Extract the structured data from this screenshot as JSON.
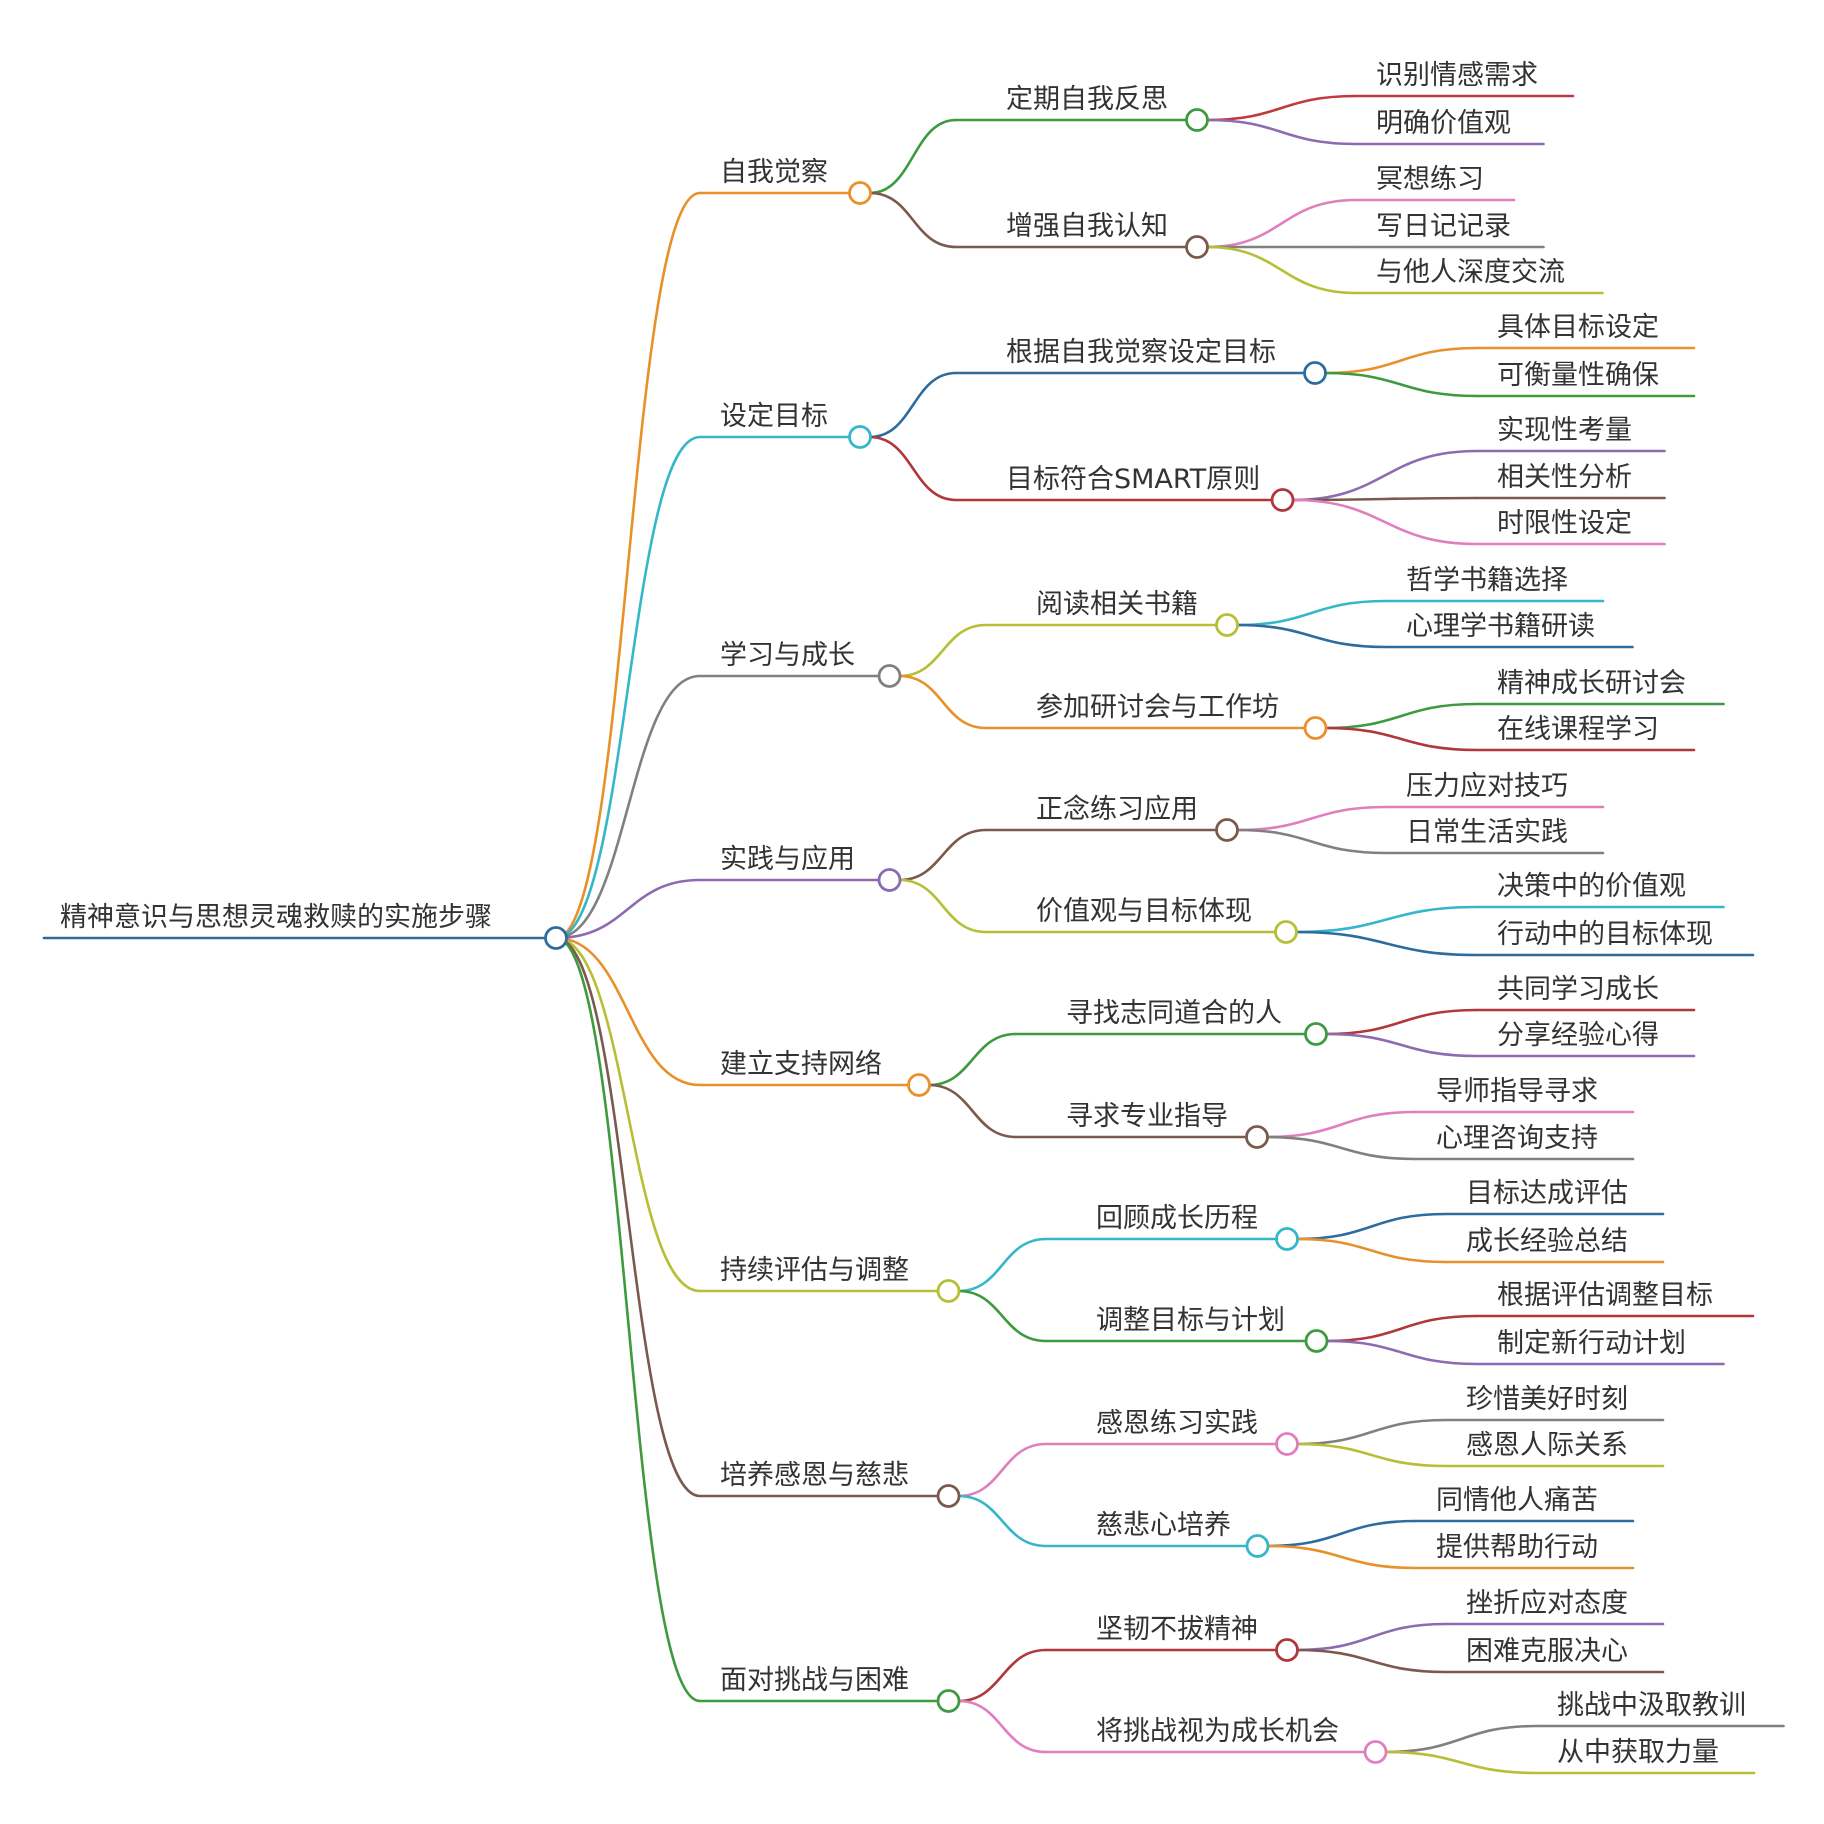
{
  "root": {
    "label": "精神意识与思想灵魂救赎的实施步骤",
    "color": "#2e6c9e"
  },
  "branches": [
    {
      "label": "自我觉察",
      "color": "#e8902a",
      "children": [
        {
          "label": "定期自我反思",
          "color": "#3f9a3f",
          "children": [
            {
              "label": "识别情感需求",
              "color": "#c0393f"
            },
            {
              "label": "明确价值观",
              "color": "#8c6bb1"
            }
          ]
        },
        {
          "label": "增强自我认知",
          "color": "#7b5a4e",
          "children": [
            {
              "label": "冥想练习",
              "color": "#e07fbd"
            },
            {
              "label": "写日记记录",
              "color": "#808080"
            },
            {
              "label": "与他人深度交流",
              "color": "#b7bf36"
            }
          ]
        }
      ]
    },
    {
      "label": "设定目标",
      "color": "#36b6c9",
      "children": [
        {
          "label": "根据自我觉察设定目标",
          "color": "#2e6c9e",
          "children": [
            {
              "label": "具体目标设定",
              "color": "#e8902a"
            },
            {
              "label": "可衡量性确保",
              "color": "#3f9a3f"
            }
          ]
        },
        {
          "label": "目标符合SMART原则",
          "color": "#b0373b",
          "children": [
            {
              "label": "实现性考量",
              "color": "#8c6bb1"
            },
            {
              "label": "相关性分析",
              "color": "#7b5a4e"
            },
            {
              "label": "时限性设定",
              "color": "#e07fbd"
            }
          ]
        }
      ]
    },
    {
      "label": "学习与成长",
      "color": "#808080",
      "children": [
        {
          "label": "阅读相关书籍",
          "color": "#b7bf36",
          "children": [
            {
              "label": "哲学书籍选择",
              "color": "#36b6c9"
            },
            {
              "label": "心理学书籍研读",
              "color": "#2e6c9e"
            }
          ]
        },
        {
          "label": "参加研讨会与工作坊",
          "color": "#e8902a",
          "children": [
            {
              "label": "精神成长研讨会",
              "color": "#3f9a3f"
            },
            {
              "label": "在线课程学习",
              "color": "#b0373b"
            }
          ]
        }
      ]
    },
    {
      "label": "实践与应用",
      "color": "#8c6bb1",
      "children": [
        {
          "label": "正念练习应用",
          "color": "#7b5a4e",
          "children": [
            {
              "label": "压力应对技巧",
              "color": "#e07fbd"
            },
            {
              "label": "日常生活实践",
              "color": "#808080"
            }
          ]
        },
        {
          "label": "价值观与目标体现",
          "color": "#b7bf36",
          "children": [
            {
              "label": "决策中的价值观",
              "color": "#36b6c9"
            },
            {
              "label": "行动中的目标体现",
              "color": "#2e6c9e"
            }
          ]
        }
      ]
    },
    {
      "label": "建立支持网络",
      "color": "#e8902a",
      "children": [
        {
          "label": "寻找志同道合的人",
          "color": "#3f9a3f",
          "children": [
            {
              "label": "共同学习成长",
              "color": "#b0373b"
            },
            {
              "label": "分享经验心得",
              "color": "#8c6bb1"
            }
          ]
        },
        {
          "label": "寻求专业指导",
          "color": "#7b5a4e",
          "children": [
            {
              "label": "导师指导寻求",
              "color": "#e07fbd"
            },
            {
              "label": "心理咨询支持",
              "color": "#808080"
            }
          ]
        }
      ]
    },
    {
      "label": "持续评估与调整",
      "color": "#b7bf36",
      "children": [
        {
          "label": "回顾成长历程",
          "color": "#36b6c9",
          "children": [
            {
              "label": "目标达成评估",
              "color": "#2e6c9e"
            },
            {
              "label": "成长经验总结",
              "color": "#e8902a"
            }
          ]
        },
        {
          "label": "调整目标与计划",
          "color": "#3f9a3f",
          "children": [
            {
              "label": "根据评估调整目标",
              "color": "#b0373b"
            },
            {
              "label": "制定新行动计划",
              "color": "#8c6bb1"
            }
          ]
        }
      ]
    },
    {
      "label": "培养感恩与慈悲",
      "color": "#7b5a4e",
      "children": [
        {
          "label": "感恩练习实践",
          "color": "#e07fbd",
          "children": [
            {
              "label": "珍惜美好时刻",
              "color": "#808080"
            },
            {
              "label": "感恩人际关系",
              "color": "#b7bf36"
            }
          ]
        },
        {
          "label": "慈悲心培养",
          "color": "#36b6c9",
          "children": [
            {
              "label": "同情他人痛苦",
              "color": "#2e6c9e"
            },
            {
              "label": "提供帮助行动",
              "color": "#e8902a"
            }
          ]
        }
      ]
    },
    {
      "label": "面对挑战与困难",
      "color": "#3f9a3f",
      "children": [
        {
          "label": "坚韧不拔精神",
          "color": "#b0373b",
          "children": [
            {
              "label": "挫折应对态度",
              "color": "#8c6bb1"
            },
            {
              "label": "困难克服决心",
              "color": "#7b5a4e"
            }
          ]
        },
        {
          "label": "将挑战视为成长机会",
          "color": "#e07fbd",
          "children": [
            {
              "label": "挑战中汲取教训",
              "color": "#808080"
            },
            {
              "label": "从中获取力量",
              "color": "#b7bf36"
            }
          ]
        }
      ]
    }
  ]
}
